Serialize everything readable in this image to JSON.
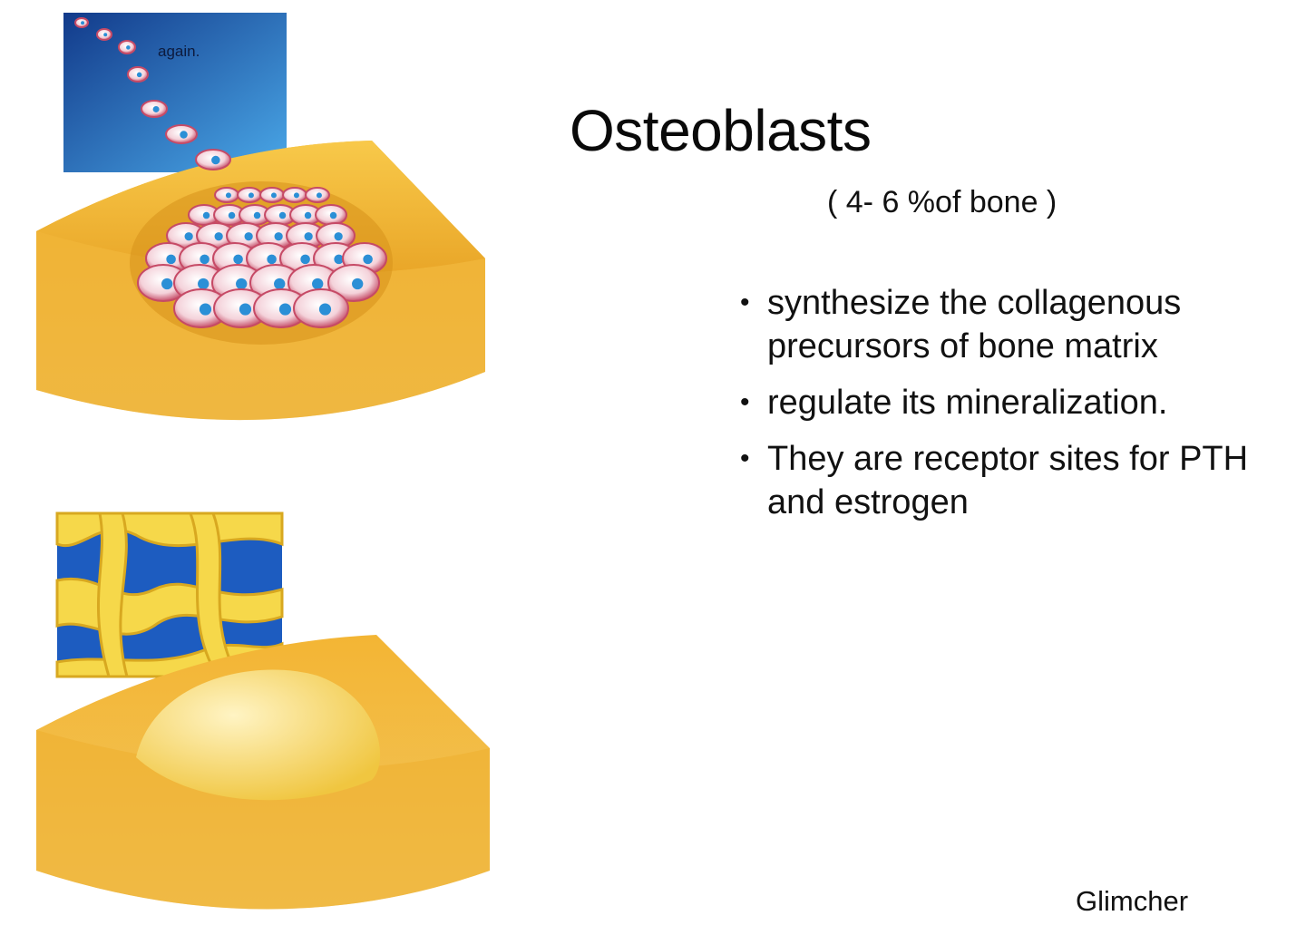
{
  "slide": {
    "title": "Osteoblasts",
    "subtitle": "( 4- 6 %of bone )",
    "bullets": [
      {
        "text": "synthesize the collagenous precursors of bone matrix"
      },
      {
        "text": "regulate its mineralization."
      },
      {
        "text": "They are receptor sites for PTH and estrogen"
      }
    ],
    "credit": "Glimcher",
    "illustration_top_label": "again."
  },
  "colors": {
    "background": "#ffffff",
    "text": "#111111",
    "bone_gold": "#f2b233",
    "bone_dark": "#d49420",
    "inset_blue": "#2a6fc9",
    "cell_pink": "#e8a0b0",
    "nucleus_blue": "#2b8fd6"
  },
  "icons": {
    "bullet": "bullet-dot-icon"
  }
}
